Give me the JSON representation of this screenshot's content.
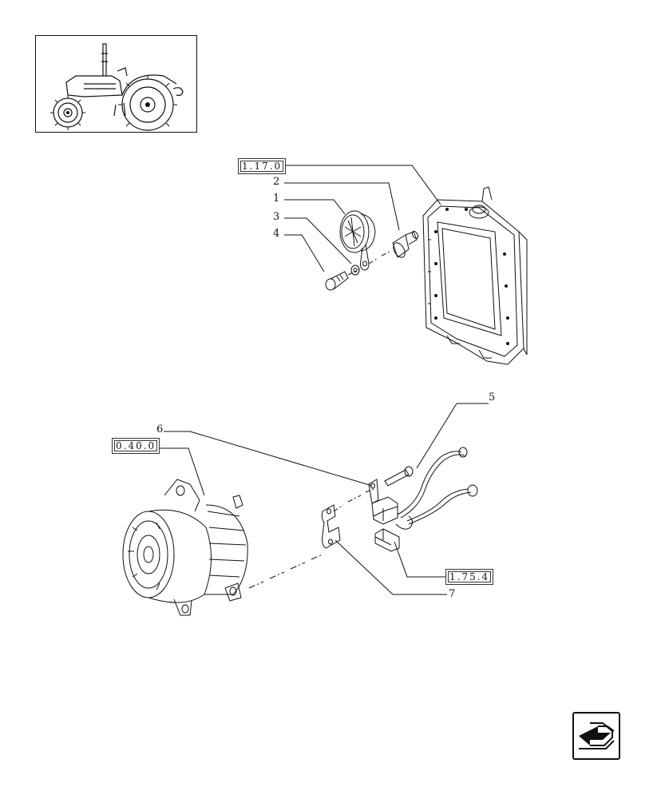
{
  "references": {
    "r1": "1.17.0",
    "r2": "0.40.0",
    "r3": "1.75.4"
  },
  "callouts": {
    "c1": "1",
    "c2": "2",
    "c3": "3",
    "c4": "4",
    "c5": "5",
    "c6": "6",
    "c7": "7"
  },
  "icons": {
    "overview": "tractor-icon",
    "navigation": "back-arrow-icon"
  }
}
